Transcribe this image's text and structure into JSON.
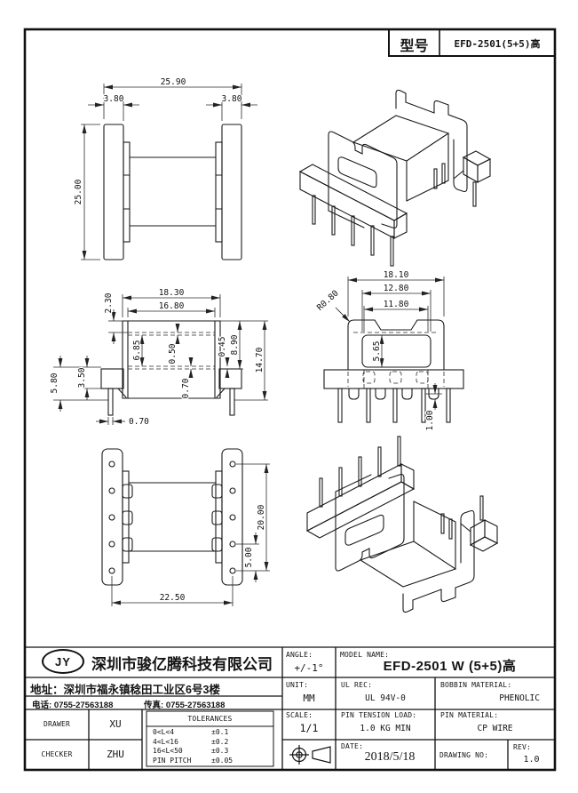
{
  "header": {
    "model_label": "型号",
    "model_value": "EFD-2501(5+5)高"
  },
  "views": {
    "side": {
      "dims": {
        "total_width": "25.90",
        "flange_left": "3.80",
        "flange_right": "3.80",
        "height": "25.00"
      }
    },
    "front": {
      "dims": {
        "outer_width": "18.30",
        "inner_width": "16.80",
        "top_wall": "2.30",
        "winding_depth": "6.85",
        "tube_wall": "0.50",
        "rib": "0.45",
        "body_height": "8.90",
        "overall_height": "14.70",
        "pin_exposed": "5.80",
        "base_height": "3.50",
        "bottom_wall": "0.70",
        "pin_width": "0.70"
      }
    },
    "top": {
      "dims": {
        "outer_width": "18.10",
        "window_outer": "12.80",
        "window_inner": "11.80",
        "corner_radius": "R0.80",
        "window_height": "5.65",
        "pocket_depth": "1.00"
      }
    },
    "bottom": {
      "dims": {
        "row_length": "20.00",
        "pin_pitch": "5.00",
        "row_span": "22.50"
      }
    }
  },
  "title_block": {
    "logo": "JY",
    "company_name": "深圳市骏亿腾科技有限公司",
    "address": "地址：深圳市福永镇稔田工业区6号3楼",
    "phone_label": "电话:",
    "phone": "0755-27563188",
    "fax_label": "传真:",
    "fax": "0755-27563188",
    "drawer_label": "DRAWER",
    "drawer": "XU",
    "checker_label": "CHECKER",
    "checker": "ZHU",
    "tolerances_title": "TOLERANCES",
    "tolerances": [
      {
        "range": "0<L<4",
        "tol": "±0.1"
      },
      {
        "range": "4<L<16",
        "tol": "±0.2"
      },
      {
        "range": "16<L<50",
        "tol": "±0.3"
      },
      {
        "range": "PIN PITCH",
        "tol": "±0.05"
      }
    ],
    "angle_label": "ANGLE:",
    "angle": "+/-1°",
    "unit_label": "UNIT:",
    "unit": "MM",
    "scale_label": "SCALE:",
    "scale": "1/1",
    "model_name_label": "MODEL NAME:",
    "model_name": "EFD-2501 W (5+5)高",
    "ul_rec_label": "UL REC:",
    "ul_rec": "UL 94V-0",
    "pin_tension_label": "PIN TENSION LOAD:",
    "pin_tension": "1.0 KG MIN",
    "bobbin_material_label": "BOBBIN MATERIAL:",
    "bobbin_material": "PHENOLIC",
    "pin_material_label": "PIN MATERIAL:",
    "pin_material": "CP WIRE",
    "date_label": "DATE:",
    "date": "2018/5/18",
    "drawing_no_label": "DRAWING NO:",
    "rev_label": "REV:",
    "rev": "1.0"
  },
  "colors": {
    "line": "#1a1a1a",
    "background": "#ffffff"
  }
}
